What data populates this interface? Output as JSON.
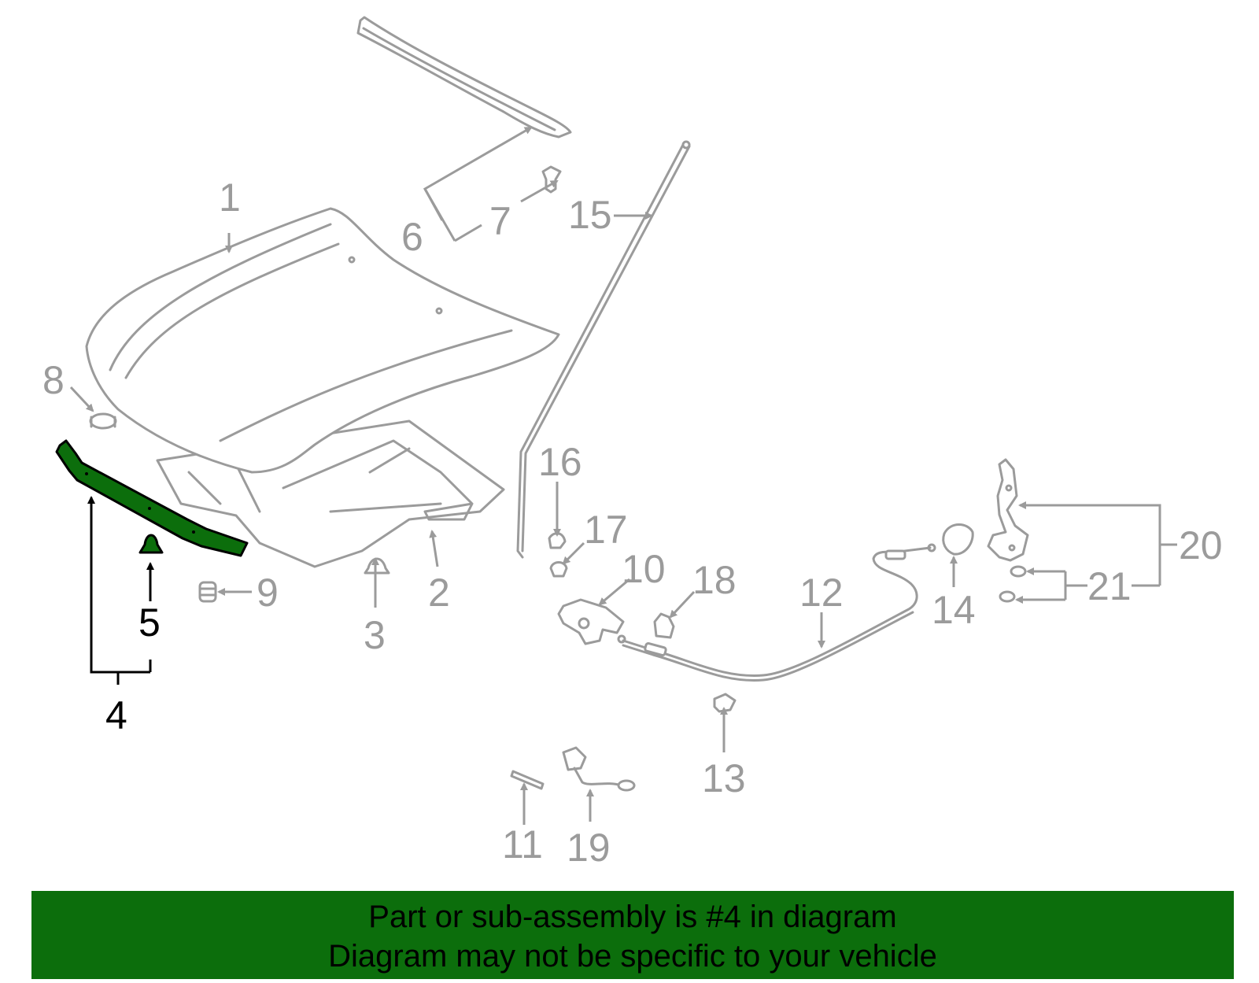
{
  "diagram": {
    "highlight_color": "#0c6e0c",
    "part_color": "#9b9b9b",
    "highlighted_part": "4",
    "callouts": {
      "c1": "1",
      "c2": "2",
      "c3": "3",
      "c4": "4",
      "c5": "5",
      "c6": "6",
      "c7": "7",
      "c8": "8",
      "c9": "9",
      "c10": "10",
      "c11": "11",
      "c12": "12",
      "c13": "13",
      "c14": "14",
      "c15": "15",
      "c16": "16",
      "c17": "17",
      "c18": "18",
      "c19": "19",
      "c20": "20",
      "c21": "21"
    }
  },
  "banner": {
    "line1": "Part or sub-assembly is #4 in diagram",
    "line2": "Diagram may not be specific to your vehicle"
  }
}
